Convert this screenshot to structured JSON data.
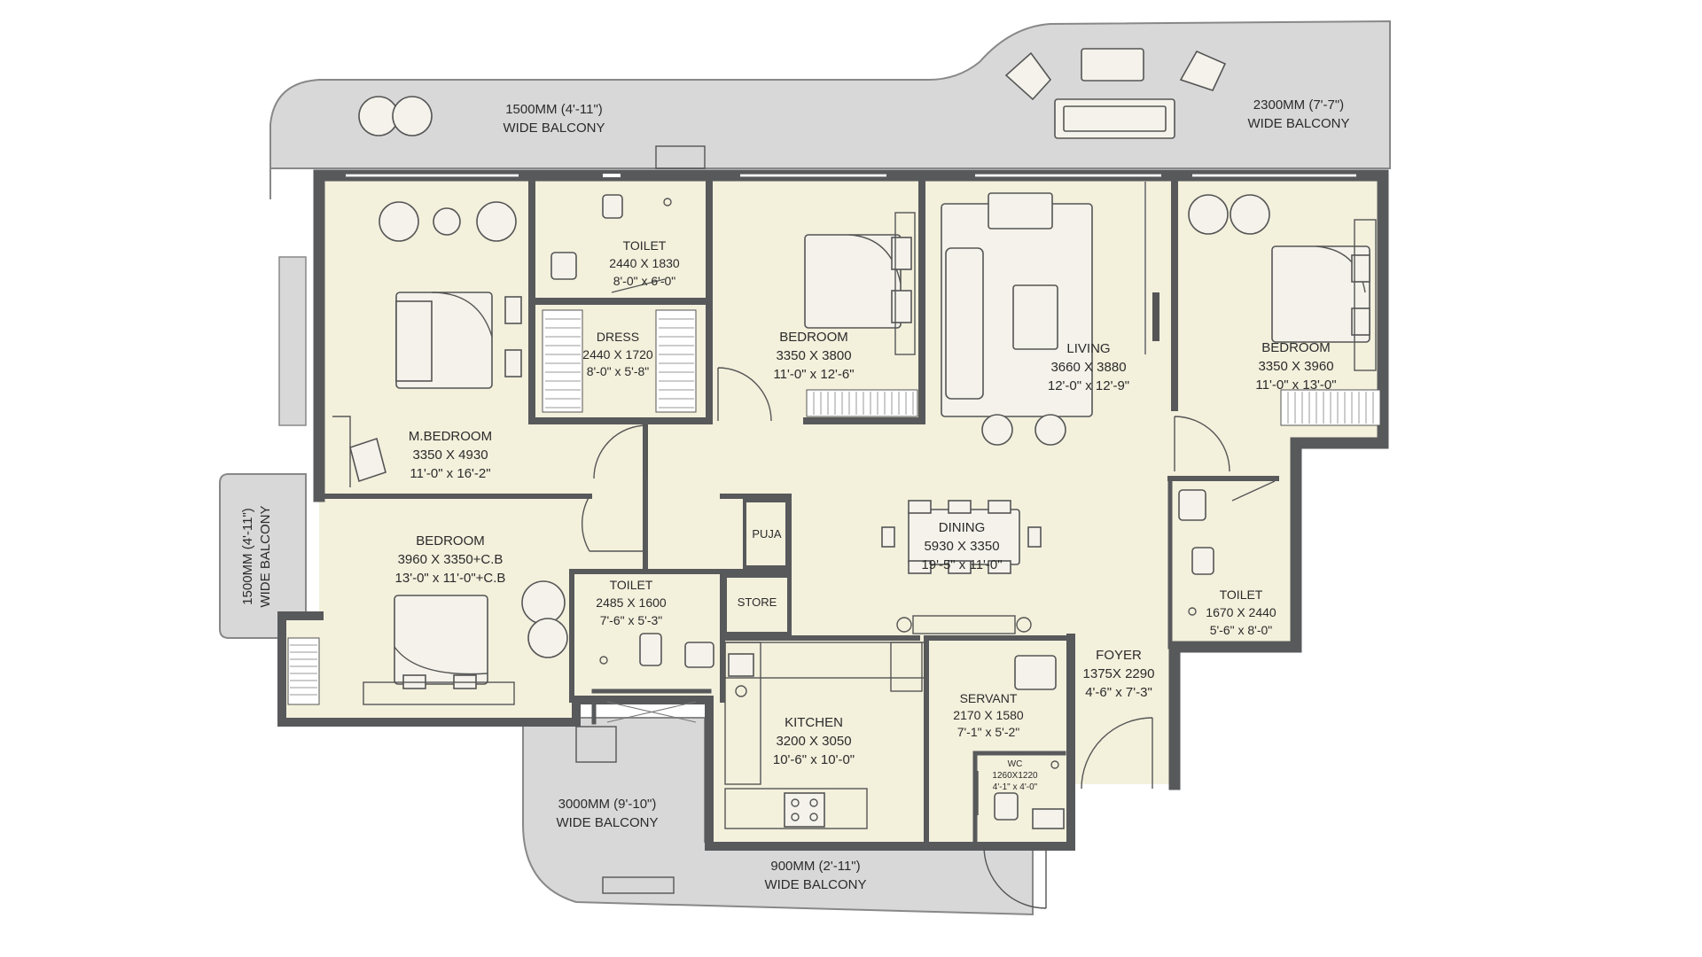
{
  "balconies": {
    "top_left": {
      "width": "1500MM (4'-11\")",
      "name": "WIDE BALCONY"
    },
    "top_right": {
      "width": "2300MM (7'-7\")",
      "name": "WIDE BALCONY"
    },
    "left": {
      "width": "1500MM (4'-11\")",
      "name": "WIDE BALCONY"
    },
    "bottom_left": {
      "width": "3000MM (9'-10\")",
      "name": "WIDE BALCONY"
    },
    "bottom_mid": {
      "width": "900MM (2'-11\")",
      "name": "WIDE BALCONY"
    }
  },
  "rooms": {
    "master_bedroom": {
      "name": "M.BEDROOM",
      "mm": "3350 X 4930",
      "ft": "11'-0\" x 16'-2\""
    },
    "toilet_master": {
      "name": "TOILET",
      "mm": "2440 X 1830",
      "ft": "8'-0\" x 6'-0\""
    },
    "dress": {
      "name": "DRESS",
      "mm": "2440 X 1720",
      "ft": "8'-0\" x 5'-8\""
    },
    "bedroom_center": {
      "name": "BEDROOM",
      "mm": "3350 X 3800",
      "ft": "11'-0\" x 12'-6\""
    },
    "living": {
      "name": "LIVING",
      "mm": "3660 X 3880",
      "ft": "12'-0\" x 12'-9\""
    },
    "bedroom_right": {
      "name": "BEDROOM",
      "mm": "3350 X 3960",
      "ft": "11'-0\" x 13'-0\""
    },
    "bedroom_left": {
      "name": "BEDROOM",
      "mm": "3960 X 3350+C.B",
      "ft": "13'-0\" x 11'-0\"+C.B"
    },
    "toilet_left": {
      "name": "TOILET",
      "mm": "2485 X 1600",
      "ft": "7'-6\" x 5'-3\""
    },
    "puja": {
      "name": "PUJA"
    },
    "store": {
      "name": "STORE"
    },
    "dining": {
      "name": "DINING",
      "mm": "5930 X 3350",
      "ft": "19'-5\" x 11'-0\""
    },
    "toilet_right": {
      "name": "TOILET",
      "mm": "1670 X 2440",
      "ft": "5'-6\" x 8'-0\""
    },
    "kitchen": {
      "name": "KITCHEN",
      "mm": "3200 X 3050",
      "ft": "10'-6\" x 10'-0\""
    },
    "servant": {
      "name": "SERVANT",
      "mm": "2170 X 1580",
      "ft": "7'-1\" x 5'-2\""
    },
    "wc": {
      "name": "WC",
      "mm": "1260X1220",
      "ft": "4'-1\" x 4'-0\""
    },
    "foyer": {
      "name": "FOYER",
      "mm": "1375X 2290",
      "ft": "4'-6\" x 7'-3\""
    }
  },
  "colors": {
    "wall": "#58595b",
    "floor": "#f3f0dc",
    "balcony": "#d8d8d8",
    "furniture": "#f4f2ea"
  }
}
